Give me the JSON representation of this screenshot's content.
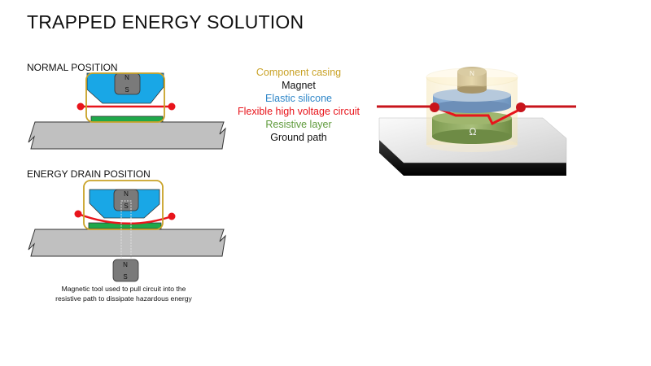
{
  "title": "TRAPPED ENERGY SOLUTION",
  "normal_position": {
    "label": "NORMAL POSITION",
    "magnet": {
      "north": "N",
      "south": "S"
    }
  },
  "drain_position": {
    "label": "ENERGY DRAIN POSITION",
    "magnet": {
      "north": "N",
      "south": "S"
    },
    "tool_magnet": {
      "north": "N",
      "south": "S"
    },
    "caption_line1": "Magnetic tool used to pull circuit into the",
    "caption_line2": "resistive path to dissipate hazardous energy"
  },
  "legend": {
    "items": [
      {
        "label": "Component casing",
        "color": "#C9A227"
      },
      {
        "label": "Magnet",
        "color": "#111111"
      },
      {
        "label": "Elastic silicone",
        "color": "#2E86C8"
      },
      {
        "label": "Flexible high voltage circuit",
        "color": "#E8141B"
      },
      {
        "label": "Resistive layer",
        "color": "#5E9A3A"
      },
      {
        "label": "Ground path",
        "color": "#111111"
      }
    ]
  },
  "render_3d": {
    "magnet_label": "N",
    "resistor_symbol": "Ω"
  }
}
